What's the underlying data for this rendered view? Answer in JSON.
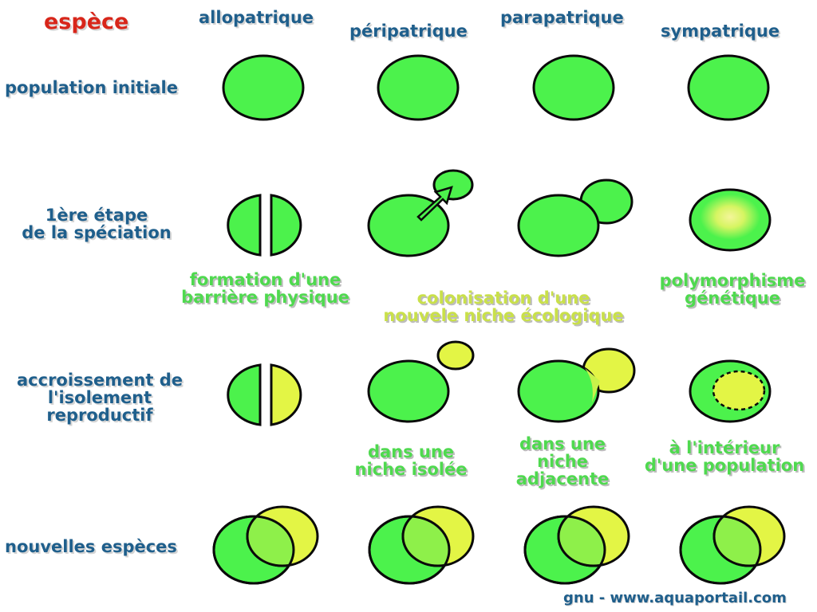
{
  "title": "espèce",
  "columns": [
    "allopatrique",
    "péripatrique",
    "parapatrique",
    "sympatrique"
  ],
  "rows": {
    "initial": "population initiale",
    "first_stage": [
      "1ère étape",
      "de la spéciation"
    ],
    "isolation": [
      "accroissement de",
      "l'isolement",
      "reproductif"
    ],
    "new_species": "nouvelles espèces"
  },
  "notes": {
    "barrier": [
      "formation d'une",
      "barrière physique"
    ],
    "colonisation": [
      "colonisation d'une",
      "nouvele niche écologique"
    ],
    "polymorphism": [
      "polymorphisme",
      "génétique"
    ],
    "isolated_niche": [
      "dans une",
      "niche isolée"
    ],
    "adjacent_niche": [
      "dans une",
      "niche",
      "adjacente"
    ],
    "inside_population": [
      "à l'intérieur",
      "d'une population"
    ]
  },
  "credit": "gnu - www.aquaportail.com",
  "colors": {
    "population": "#4cf24c",
    "divergent": "#e3f545",
    "overlap": "#8ef04a",
    "outline": "#0a0a0a",
    "header": "#1f5f8c",
    "title": "#d8261a",
    "note_green": "#4fd94f",
    "note_yellow": "#c9e04a"
  }
}
